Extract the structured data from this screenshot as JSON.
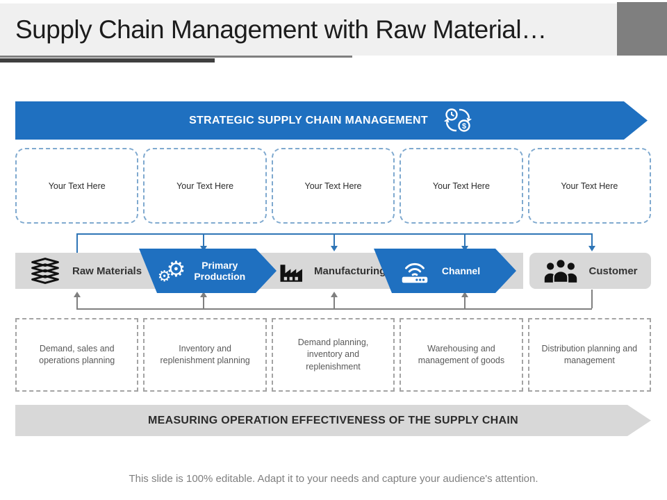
{
  "title_bar": {
    "title": "Supply Chain Management with Raw Material…"
  },
  "strategic_banner": {
    "label": "STRATEGIC SUPPLY CHAIN MANAGEMENT",
    "icon": "time-money-exchange-icon"
  },
  "placeholders": [
    {
      "label": "Your Text Here"
    },
    {
      "label": "Your Text Here"
    },
    {
      "label": "Your Text Here"
    },
    {
      "label": "Your Text Here"
    },
    {
      "label": "Your Text Here"
    }
  ],
  "flow_stages": [
    {
      "label": "Raw Materials",
      "icon": "layers-stack-icon",
      "style": "gray-band"
    },
    {
      "label": "Primary Production",
      "icon": "gears-icon",
      "style": "blue-chevron"
    },
    {
      "label": "Manufacturing",
      "icon": "factory-icon",
      "style": "gray-band"
    },
    {
      "label": "Channel",
      "icon": "wifi-router-icon",
      "style": "blue-chevron"
    },
    {
      "label": "Customer",
      "icon": "people-group-icon",
      "style": "gray-rounded-box"
    }
  ],
  "process_notes": [
    {
      "label": "Demand, sales and operations planning"
    },
    {
      "label": "Inventory and replenishment planning"
    },
    {
      "label": "Demand planning, inventory and replenishment"
    },
    {
      "label": "Warehousing and management of goods"
    },
    {
      "label": "Distribution planning and management"
    }
  ],
  "measuring_banner": {
    "label": "MEASURING OPERATION EFFECTIVENESS OF THE SUPPLY CHAIN"
  },
  "footer": {
    "note": "This slide is 100% editable. Adapt it to your needs and capture your audience's attention."
  },
  "colors": {
    "primary_blue": "#1F70C0",
    "connector_blue": "#2E75B6",
    "band_gray": "#D8D8D8",
    "connector_gray": "#7F7F7F",
    "accent_corner_gray": "#7F7F7F",
    "title_strip_gray": "#F0F0F0",
    "dashed_border_blue": "#7FA9CF",
    "dashed_border_gray": "#A3A3A3"
  }
}
